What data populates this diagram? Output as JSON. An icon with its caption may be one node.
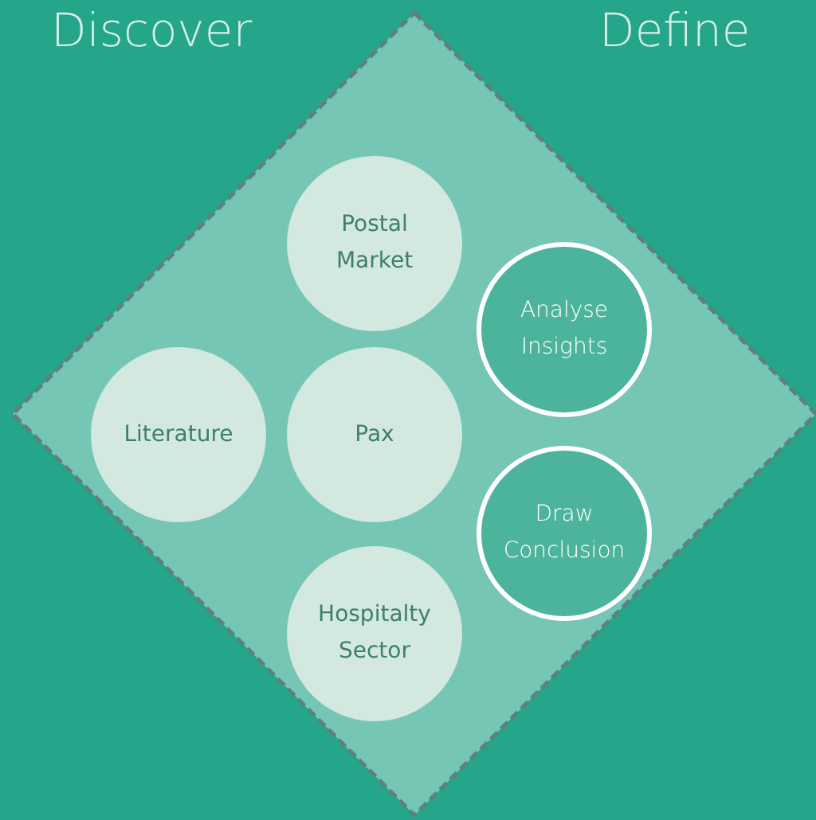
{
  "diagram": {
    "nodes": [
      {
        "text": [],
        "shape": "diamond"
      },
      {
        "text": [
          "Postal Market"
        ],
        "in": 0
      },
      {
        "text": [
          "Literature"
        ],
        "in": 0
      },
      {
        "text": [
          "Pax"
        ],
        "in": 0
      },
      {
        "text": [
          "Hospitalty Sector"
        ],
        "in": 0
      },
      {
        "text": [
          "Analyse Insights"
        ],
        "in": 0
      },
      {
        "text": [
          "Draw Conclusion"
        ],
        "in": 0
      }
    ],
    "labels": [
      "Discover",
      "Define"
    ]
  }
}
